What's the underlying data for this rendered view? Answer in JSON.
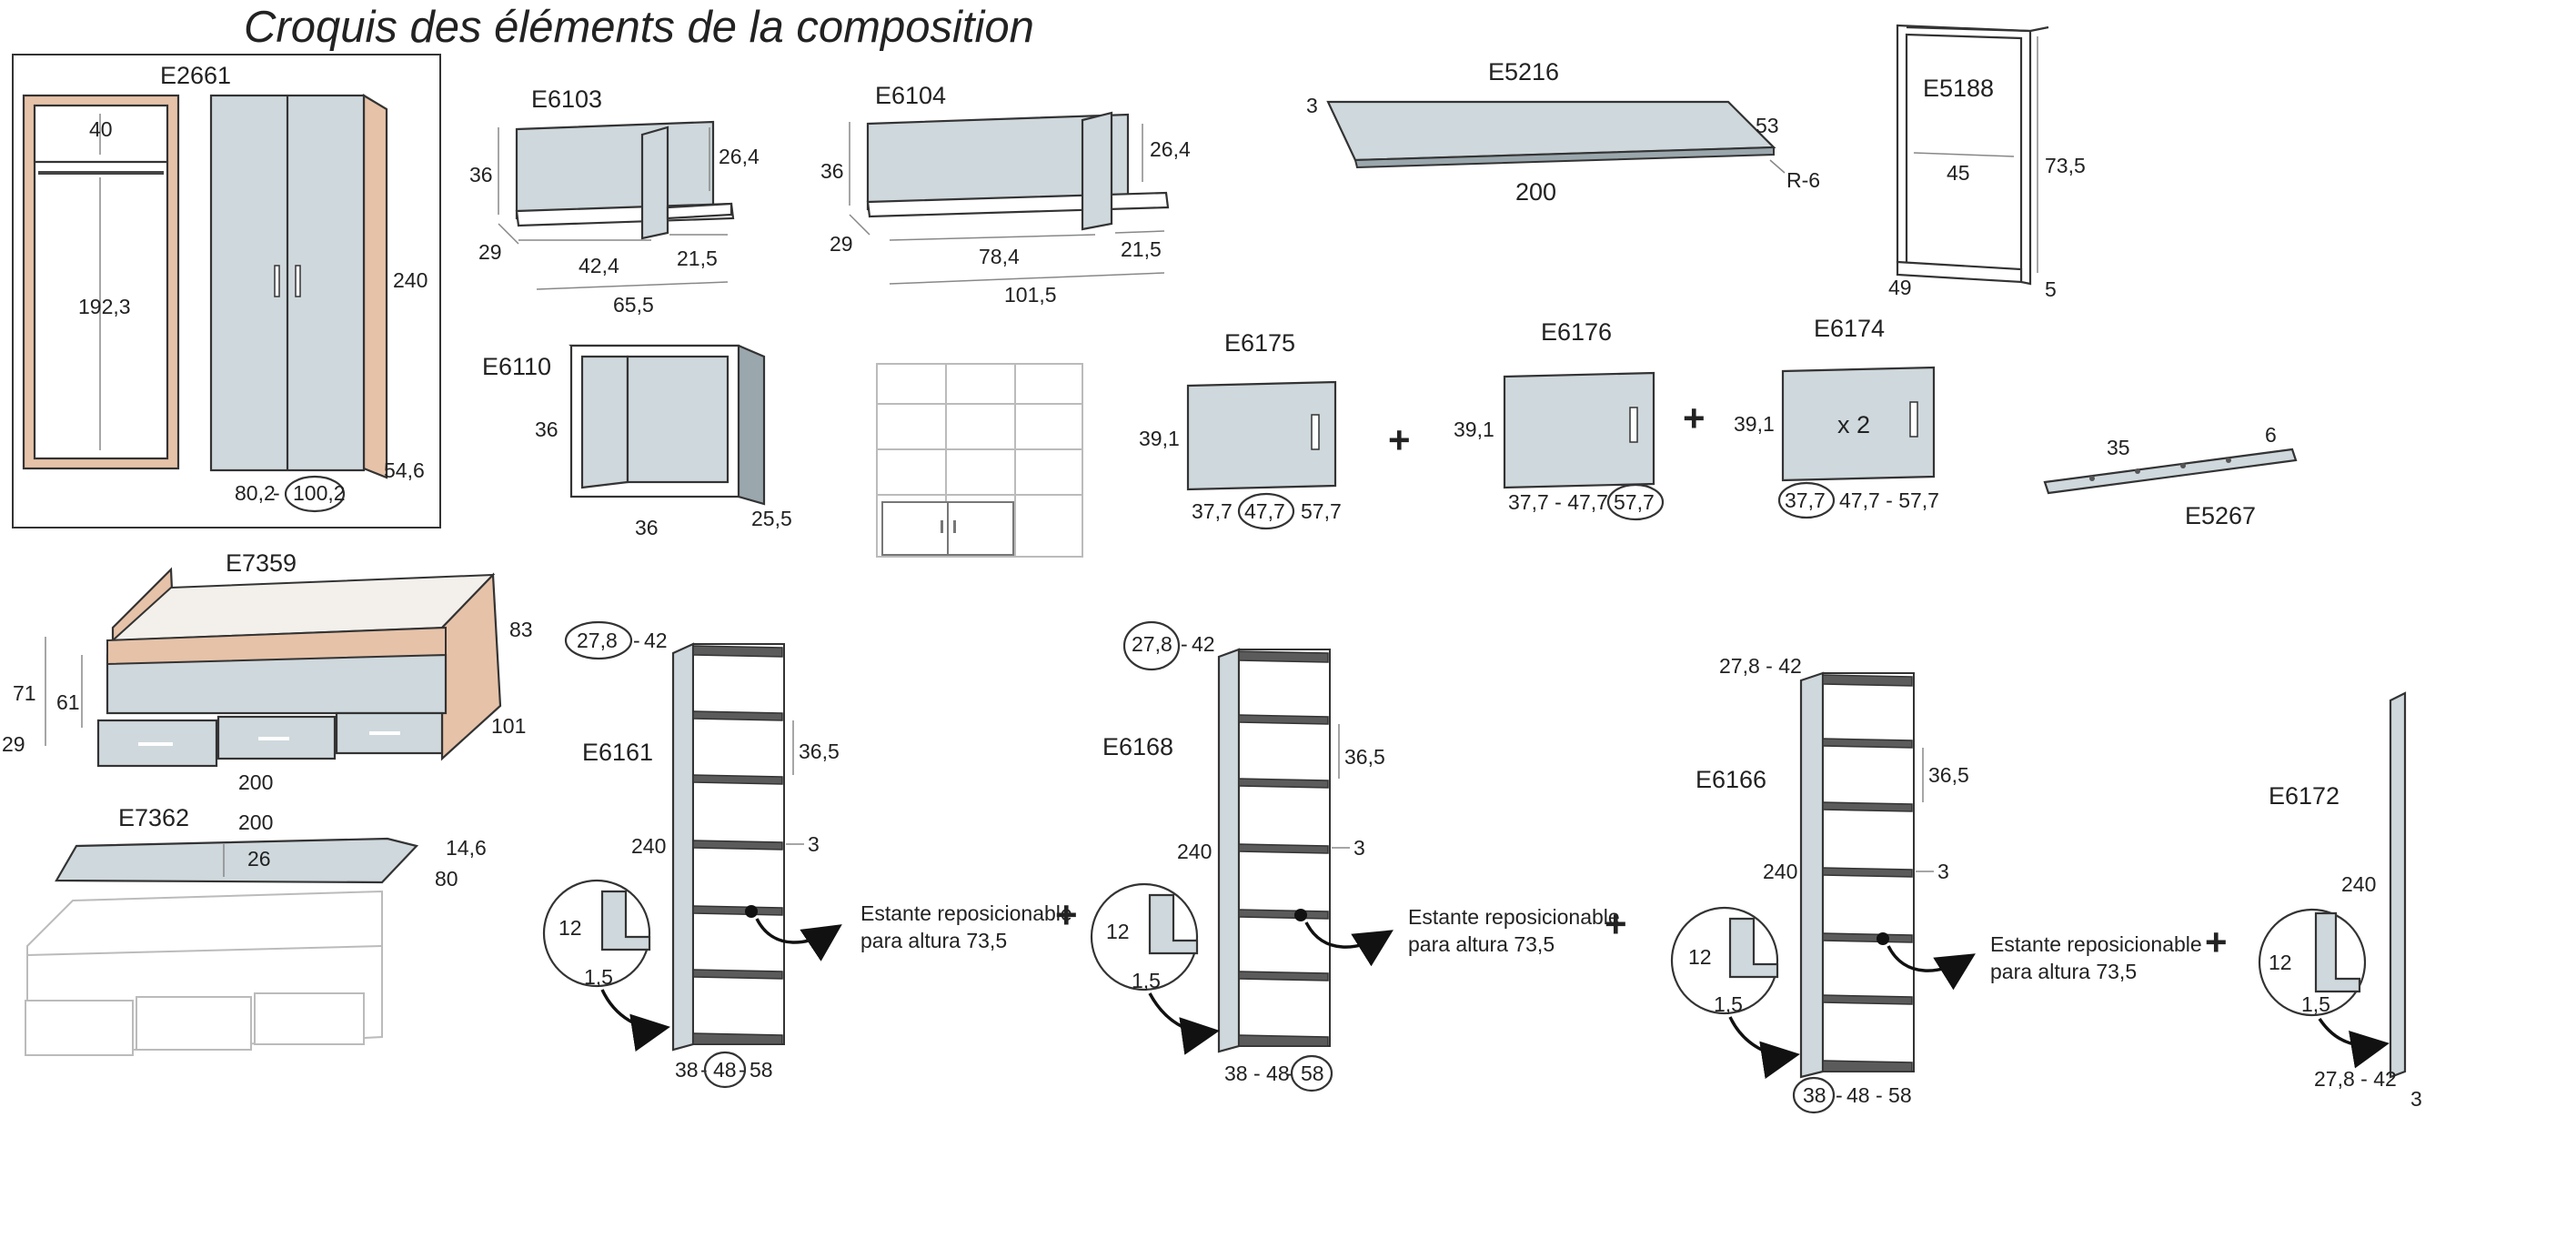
{
  "title": "Croquis des éléments de la composition",
  "note": {
    "line1": "Estante reposicionable",
    "line2": "para altura 73,5"
  },
  "plus": "+",
  "e2661": {
    "code": "E2661",
    "top": "40",
    "inner": "192,3",
    "height": "240",
    "depth": "54,6",
    "w1": "80,2",
    "w2": "100,2"
  },
  "e6103": {
    "code": "E6103",
    "h": "36",
    "hr": "26,4",
    "d": "29",
    "w1": "42,4",
    "w2": "21,5",
    "total": "65,5"
  },
  "e6104": {
    "code": "E6104",
    "h": "36",
    "hr": "26,4",
    "d": "29",
    "w1": "78,4",
    "w2": "21,5",
    "total": "101,5"
  },
  "e5216": {
    "code": "E5216",
    "t": "3",
    "d": "53",
    "w": "200",
    "r": "R-6"
  },
  "e5188": {
    "code": "E5188",
    "w": "45",
    "h": "73,5",
    "d": "49",
    "f": "5"
  },
  "e6110": {
    "code": "E6110",
    "h": "36",
    "w": "36",
    "d": "25,5"
  },
  "e6175": {
    "code": "E6175",
    "h": "39,1",
    "w1": "37,7",
    "w2": "47,7",
    "w3": "57,7"
  },
  "e6176": {
    "code": "E6176",
    "h": "39,1",
    "w": "37,7 - 47,7",
    "wsel": "57,7"
  },
  "e6174": {
    "code": "E6174",
    "h": "39,1",
    "wsel": "37,7",
    "w": "47,7 - 57,7",
    "x": "x 2"
  },
  "e5267": {
    "code": "E5267",
    "w": "35",
    "d": "6"
  },
  "e7359": {
    "code": "E7359",
    "h1": "71",
    "h2": "61",
    "h3": "29",
    "hr": "83",
    "d": "101",
    "w": "200"
  },
  "e7362": {
    "code": "E7362",
    "w": "200",
    "h": "26",
    "t": "14,6",
    "d": "80"
  },
  "e6161": {
    "code": "E6161",
    "top_sel": "27,8",
    "top_rest": "42",
    "gap": "36,5",
    "h": "240",
    "shelf": "3",
    "d1": "12",
    "d2": "1,5",
    "b1": "38",
    "b2": "48",
    "b3": "58"
  },
  "e6168": {
    "code": "E6168",
    "top_sel": "27,8",
    "top_rest": "42",
    "gap": "36,5",
    "h": "240",
    "shelf": "3",
    "d1": "12",
    "d2": "1,5",
    "b_rest": "38 - 48",
    "b_sel": "58"
  },
  "e6166": {
    "code": "E6166",
    "top": "27,8 - 42",
    "gap": "36,5",
    "h": "240",
    "shelf": "3",
    "d1": "12",
    "d2": "1,5",
    "b_sel": "38",
    "b_rest": "48 - 58"
  },
  "e6172": {
    "code": "E6172",
    "h": "240",
    "d1": "12",
    "d2": "1,5",
    "w": "27,8 - 42",
    "t": "3"
  }
}
